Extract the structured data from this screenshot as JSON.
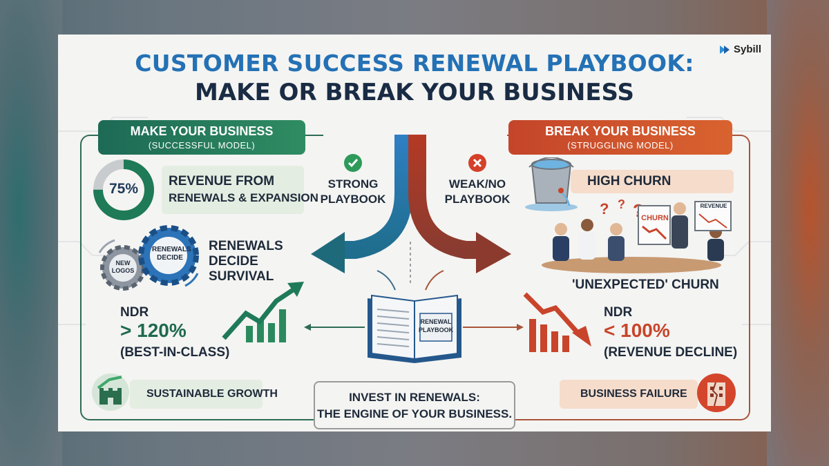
{
  "title": {
    "line1": "CUSTOMER SUCCESS RENEWAL PLAYBOOK:",
    "line2": "MAKE OR BREAK YOUR BUSINESS"
  },
  "brand": {
    "name": "Sybill"
  },
  "make": {
    "header": "MAKE YOUR BUSINESS",
    "subheader": "(SUCCESSFUL MODEL)",
    "donut_value": "75%",
    "donut_fraction": 0.75,
    "revenue_line1": "REVENUE FROM",
    "revenue_line2": "RENEWALS & EXPANSION",
    "gear_new": "NEW LOGOS",
    "gear_renewals": "RENEWALS DECIDE",
    "renewals_line1": "RENEWALS",
    "renewals_line2": "DECIDE",
    "renewals_line3": "SURVIVAL",
    "ndr_label": "NDR",
    "ndr_value": "> 120%",
    "ndr_note": "(BEST-IN-CLASS)",
    "growth_label": "SUSTAINABLE GROWTH",
    "playbook_line1": "STRONG",
    "playbook_line2": "PLAYBOOK"
  },
  "break": {
    "header": "BREAK YOUR BUSINESS",
    "subheader": "(STRUGGLING MODEL)",
    "churn_label": "HIGH CHURN",
    "board_label": "CHURN",
    "chart_label": "REVENUE",
    "unexpected_label": "'UNEXPECTED' CHURN",
    "ndr_label": "NDR",
    "ndr_value": "< 100%",
    "ndr_note": "(REVENUE DECLINE)",
    "failure_label": "BUSINESS FAILURE",
    "playbook_line1": "WEAK/NO",
    "playbook_line2": "PLAYBOOK"
  },
  "center": {
    "book_line1": "RENEWAL",
    "book_line2": "PLAYBOOK",
    "bottom_line1": "INVEST IN RENEWALS:",
    "bottom_line2": "THE ENGINE OF YOUR BUSINESS."
  },
  "colors": {
    "green": "#1f7a5a",
    "blue": "#2471b5",
    "navy": "#1a2c44",
    "red": "#c8442a"
  }
}
